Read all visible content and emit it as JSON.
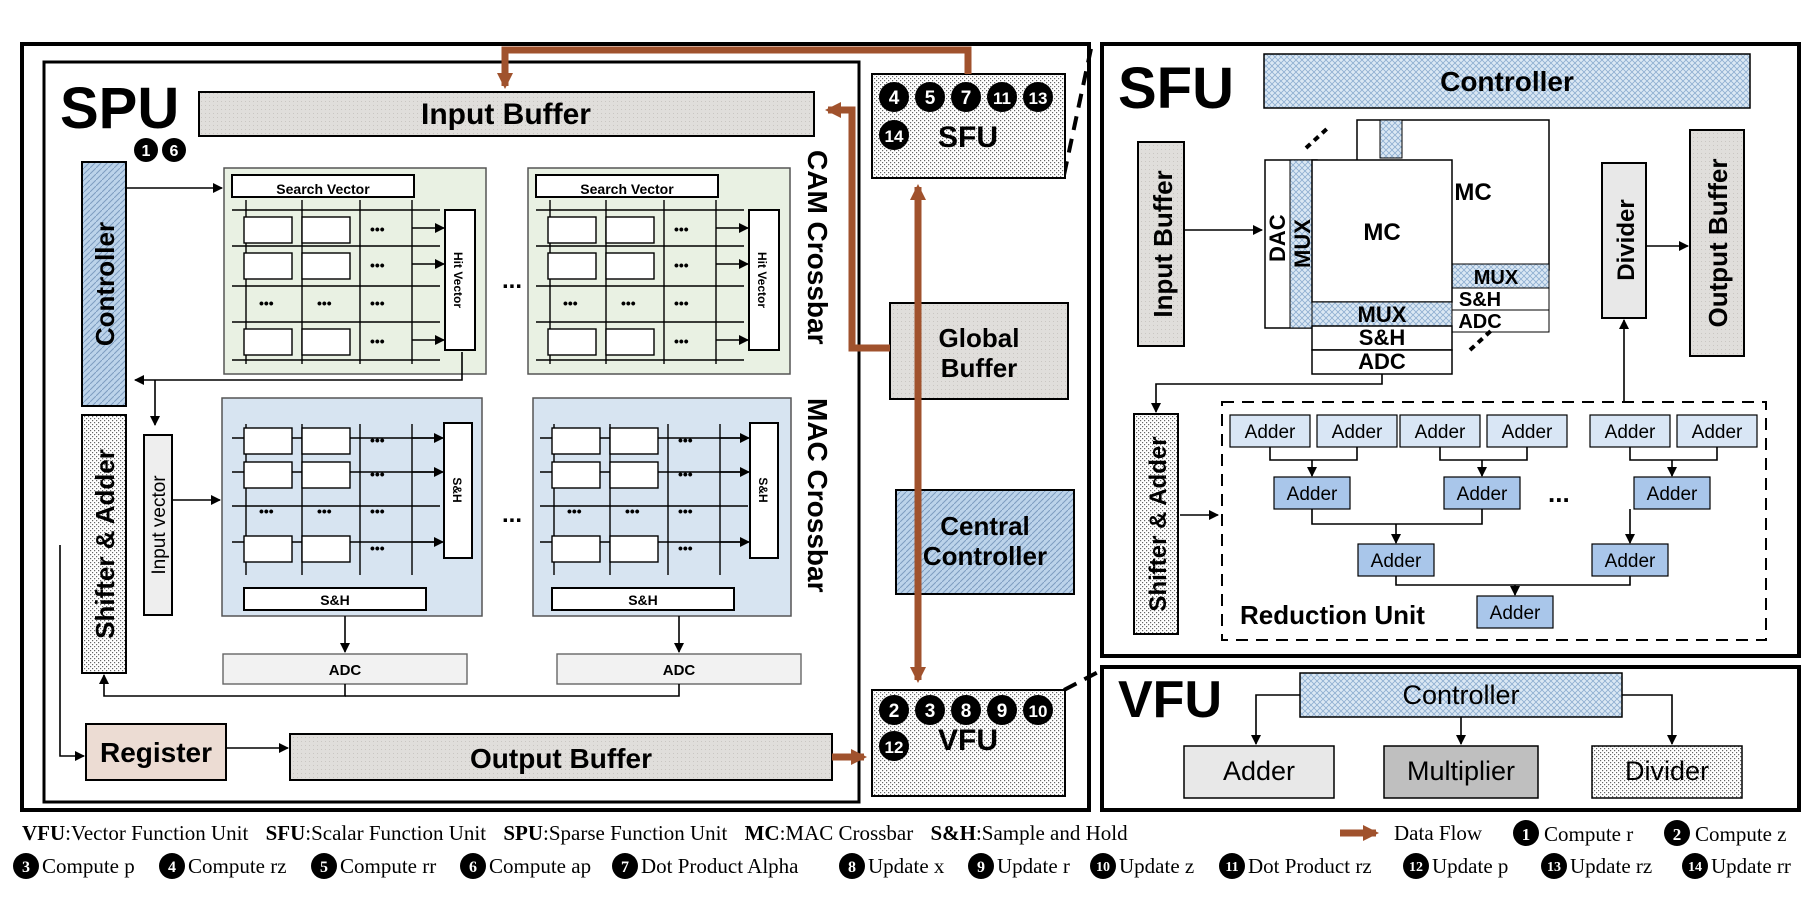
{
  "spu": {
    "title": "SPU",
    "steps": [
      "1",
      "6"
    ],
    "input_buffer": "Input Buffer",
    "controller": "Controller",
    "shifter_adder": "Shifter & Adder",
    "input_vector": "Input vector",
    "register": "Register",
    "output_buffer": "Output Buffer",
    "search_vector": "Search Vector",
    "hit_vector": "Hit Vector",
    "sh": "S&H",
    "adc": "ADC",
    "ellipsis": "•••",
    "dots": "...",
    "cam_label": "CAM Crossbar",
    "mac_label": "MAC Crossbar"
  },
  "middle": {
    "sfu_label": "SFU",
    "sfu_steps": [
      "4",
      "5",
      "7",
      "11",
      "13",
      "14"
    ],
    "global_buffer": "Global Buffer",
    "central_controller": "Central Controller",
    "vfu_label": "VFU",
    "vfu_steps": [
      "2",
      "3",
      "8",
      "9",
      "10",
      "12"
    ]
  },
  "sfu": {
    "title": "SFU",
    "controller": "Controller",
    "input_buffer": "Input Buffer",
    "output_buffer": "Output Buffer",
    "divider": "Divider",
    "shifter_adder": "Shifter & Adder",
    "dac": "DAC",
    "mux": "MUX",
    "mc": "MC",
    "sh": "S&H",
    "adc": "ADC",
    "adder": "Adder",
    "reduction_unit": "Reduction Unit",
    "dots": "..."
  },
  "vfu": {
    "title": "VFU",
    "controller": "Controller",
    "adder": "Adder",
    "multiplier": "Multiplier",
    "divider": "Divider"
  },
  "legend": {
    "items": [
      {
        "abbr": "VFU",
        "text": ":Vector Function Unit"
      },
      {
        "abbr": "SFU",
        "text": ":Scalar Function Unit"
      },
      {
        "abbr": "SPU",
        "text": ":Sparse Function Unit"
      },
      {
        "abbr": "MC",
        "text": ":MAC Crossbar"
      },
      {
        "abbr": "S&H",
        "text": ":Sample and Hold"
      }
    ],
    "data_flow": "Data Flow",
    "steps": [
      {
        "n": "1",
        "text": "Compute r"
      },
      {
        "n": "2",
        "text": "Compute z"
      },
      {
        "n": "3",
        "text": "Compute p"
      },
      {
        "n": "4",
        "text": "Compute rz"
      },
      {
        "n": "5",
        "text": "Compute rr"
      },
      {
        "n": "6",
        "text": "Compute ap"
      },
      {
        "n": "7",
        "text": "Dot Product Alpha"
      },
      {
        "n": "8",
        "text": "Update x"
      },
      {
        "n": "9",
        "text": "Update r"
      },
      {
        "n": "10",
        "text": "Update z"
      },
      {
        "n": "11",
        "text": "Dot Product rz"
      },
      {
        "n": "12",
        "text": "Update p"
      },
      {
        "n": "13",
        "text": "Update rz"
      },
      {
        "n": "14",
        "text": "Update rr"
      }
    ]
  },
  "colors": {
    "flow": "#a0522d",
    "cam_fill": "#e9f1e3",
    "mac_fill": "#d7e4f1",
    "controller_fill": "#bcd3ea",
    "buffer_fill": "#e0dedb",
    "register_fill": "#ecdcd3",
    "adder_fill": "#d9e6f5",
    "adder_dark_fill": "#a9c6ea",
    "multiplier_fill": "#bfbfbf"
  }
}
